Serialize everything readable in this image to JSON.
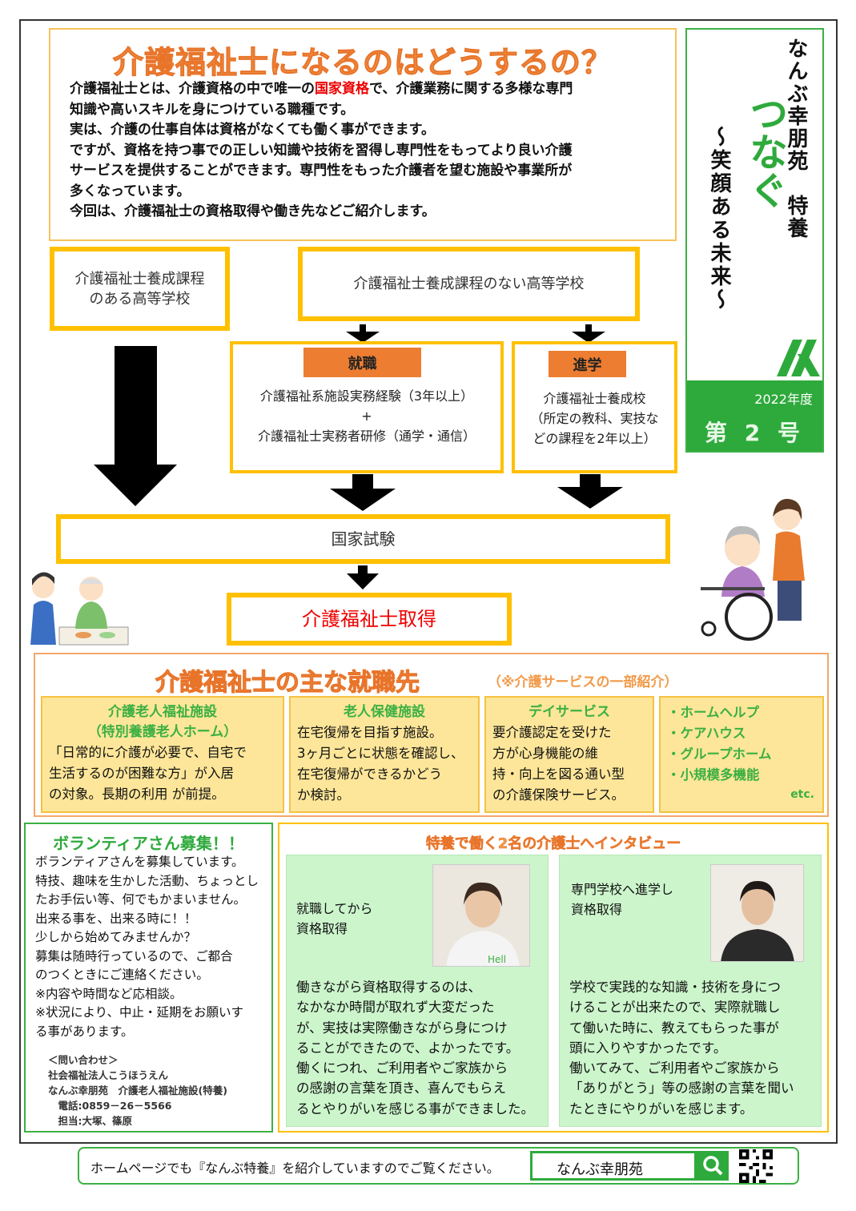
{
  "intro": {
    "title": "介護福祉士になるのはどうするの？",
    "text_before": "介護福祉士とは、介護資格の中で唯一の",
    "highlight": "国家資格",
    "text_after": "で、介護業務に関する多様な専門\n知識や高いスキルを身につけている職種です。\n実は、介護の仕事自体は資格がなくても働く事ができます。\nですが、資格を持つ事での正しい知識や技術を習得し専門性をもってより良い介護\nサービスを提供することができます。専門性をもった介護者を望む施設や事業所が\n多くなっています。\n今回は、介護福祉士の資格取得や働き先などご紹介します。"
  },
  "masthead": {
    "org": "なんぶ幸朋苑　特養",
    "name": "つなぐ",
    "subtitle": "～笑顔ある未来～",
    "year": "2022年度",
    "issue": "第 2 号"
  },
  "flow": {
    "school_with": "介護福祉士養成課程\nのある高等学校",
    "school_without": "介護福祉士養成課程のない高等学校",
    "employment_label": "就職",
    "employment_text": "介護福祉系施設実務経験（3年以上）\n+\n介護福祉士実務者研修（通学・通信）",
    "study_label": "進学",
    "study_text": "介護福祉士養成校\n（所定の教科、実技な\nどの課程を2年以上）",
    "exam": "国家試験",
    "result": "介護福祉士取得"
  },
  "jobs": {
    "title": "介護福祉士の主な就職先",
    "note": "（※介護サービスの一部紹介）",
    "cards": [
      {
        "heading": "介護老人福祉施設\n（特別養護老人ホーム）",
        "body": "「日常的に介護が必要で、自宅で\n生活するのが困難な方」が入居\nの対象。長期の利用 が前提。"
      },
      {
        "heading": "老人保健施設",
        "body": "在宅復帰を目指す施設。\n3ヶ月ごとに状態を確認し、\n在宅復帰ができるかどう\nか検討。"
      },
      {
        "heading": "デイサービス",
        "body": "要介護認定を受けた\n方が心身機能の維\n持・向上を図る通い型\nの介護保険サービス。"
      }
    ],
    "others": [
      "・ホームヘルプ",
      "・ケアハウス",
      "・グループホーム",
      "・小規模多機能"
    ],
    "etc": "etc."
  },
  "volunteer": {
    "title": "ボランティアさん募集！！",
    "text": "ボランティアさんを募集しています。\n特技、趣味を生かした活動、ちょっとし\nたお手伝い等、何でもかまいません。\n出来る事を、出来る時に！！\n少しから始めてみませんか？\n募集は随時行っているので、ご都合\nのつくときにご連絡ください。\n※内容や時間など応相談。\n※状況により、中止・延期をお願いす\nる事があります。",
    "contact": "＜問い合わせ＞\n社会福祉法人こうほうえん\nなんぶ幸朋苑　介護老人福祉施設(特養)\n　電話:0859－26－5566\n　担当:大塚、篠原"
  },
  "interview": {
    "title": "特養で働く2名の介護士へインタビュー",
    "people": [
      {
        "heading": "就職してから\n資格取得",
        "body": "働きながら資格取得するのは、\nなかなか時間が取れず大変だった\nが、実技は実際働きながら身につけ\nることができたので、よかったです。\n働くにつれ、ご利用者やご家族から\nの感謝の言葉を頂き、喜んでもらえ\nるとやりがいを感じる事ができました。",
        "apron": "Hell"
      },
      {
        "heading": "専門学校へ進学し\n資格取得",
        "body": "学校で実践的な知識・技術を身につ\nけることが出来たので、実際就職し\nて働いた時に、教えてもらった事が\n頭に入りやすかったです。\n働いてみて、ご利用者やご家族から\n「ありがとう」等の感謝の言葉を聞い\nたときにやりがいを感じます。"
      }
    ]
  },
  "footer": {
    "text": "ホームページでも『なんぶ特養』を紹介していますのでご覧ください。",
    "search_value": "なんぶ幸朋苑"
  },
  "colors": {
    "orange": "#f29a4a",
    "yellow": "#ffc000",
    "green": "#3cb043",
    "red": "#e00000"
  }
}
